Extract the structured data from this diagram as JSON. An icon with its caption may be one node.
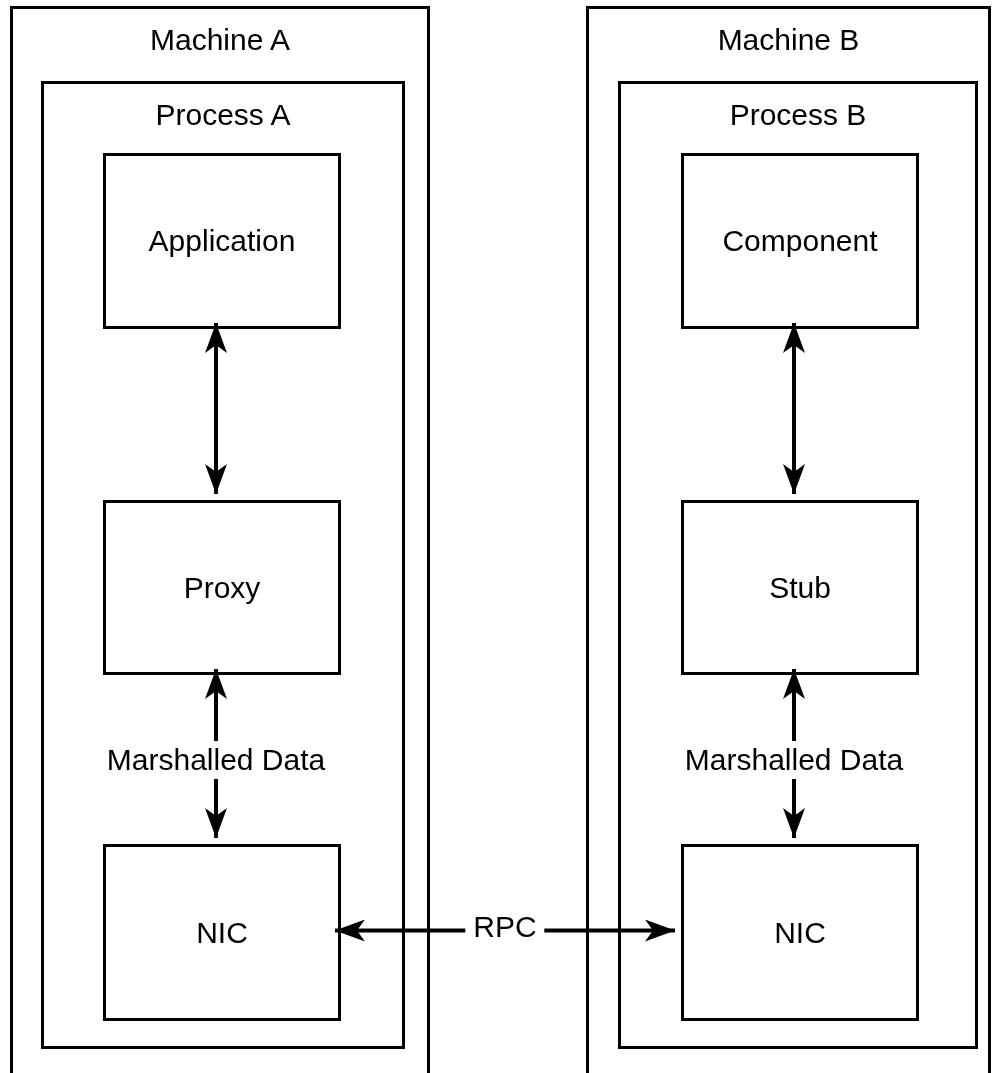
{
  "diagram": {
    "nodes": [
      {
        "text": [
          "Machine A"
        ]
      },
      {
        "text": [
          "Process A"
        ],
        "in": 0
      },
      {
        "text": [
          "Application"
        ],
        "in": 1
      },
      {
        "text": [
          "Proxy"
        ],
        "in": 1
      },
      {
        "text": [
          "NIC"
        ],
        "in": 1
      },
      {
        "text": [
          "Machine B"
        ]
      },
      {
        "text": [
          "Process B"
        ],
        "in": 5
      },
      {
        "text": [
          "Component"
        ],
        "in": 6
      },
      {
        "text": [
          "Stub"
        ],
        "in": 6
      },
      {
        "text": [
          "NIC"
        ],
        "in": 6
      }
    ],
    "edges": [
      {
        "from": 2,
        "to": 3,
        "arrow": "both"
      },
      {
        "from": 3,
        "to": 4,
        "arrow": "both",
        "label": "Marshalled Data"
      },
      {
        "from": 7,
        "to": 8,
        "arrow": "both"
      },
      {
        "from": 8,
        "to": 9,
        "arrow": "both",
        "label": "Marshalled Data"
      },
      {
        "from": 4,
        "to": 9,
        "arrow": "both",
        "label": "RPC"
      }
    ]
  }
}
